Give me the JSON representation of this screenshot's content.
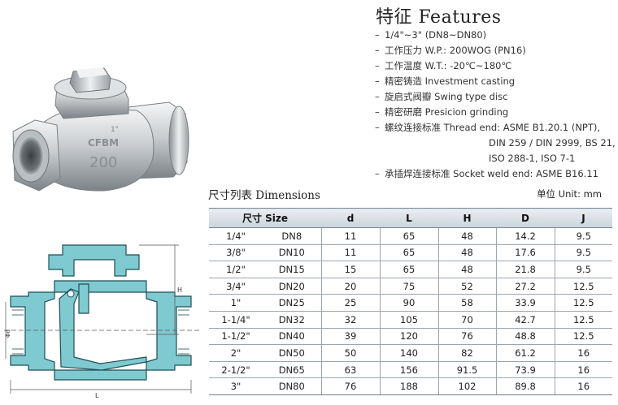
{
  "features": {
    "title": "特征 Features",
    "dash": "–",
    "items": [
      "1/4\"~3\" (DN8~DN80)",
      "工作压力 W.P.: 200WOG (PN16)",
      "工作温度 W.T.: -20℃~180℃",
      "精密铸造 Investment casting",
      "旋启式阀瓣 Swing type disc",
      "精密研磨 Presicion grinding",
      "螺纹连接标准 Thread end: ASME B1.20.1 (NPT),",
      "承插焊连接标准 Socket weld end: ASME B16.11"
    ],
    "thread_continuation": [
      "DIN 259 / DIN 2999, BS 21,",
      "ISO 288-1, ISO 7-1"
    ]
  },
  "photo": {
    "casting_mark_top": "1\"",
    "casting_mark_brand": "CFBM",
    "casting_mark_rating": "200"
  },
  "drawing": {
    "label_h": "H",
    "label_d": "Φd",
    "label_l": "L"
  },
  "dimensions": {
    "title": "尺寸列表 Dimensions",
    "unit": "单位 Unit: mm",
    "headers": [
      "尺寸 Size",
      "d",
      "L",
      "H",
      "D",
      "J"
    ],
    "rows": [
      [
        "1/4\"",
        "DN8",
        "11",
        "65",
        "48",
        "14.2",
        "9.5"
      ],
      [
        "3/8\"",
        "DN10",
        "11",
        "65",
        "48",
        "17.6",
        "9.5"
      ],
      [
        "1/2\"",
        "DN15",
        "15",
        "65",
        "48",
        "21.8",
        "9.5"
      ],
      [
        "3/4\"",
        "DN20",
        "20",
        "75",
        "52",
        "27.2",
        "12.5"
      ],
      [
        "1\"",
        "DN25",
        "25",
        "90",
        "58",
        "33.9",
        "12.5"
      ],
      [
        "1-1/4\"",
        "DN32",
        "32",
        "105",
        "70",
        "42.7",
        "12.5"
      ],
      [
        "1-1/2\"",
        "DN40",
        "39",
        "120",
        "76",
        "48.8",
        "12.5"
      ],
      [
        "2\"",
        "DN50",
        "50",
        "140",
        "82",
        "61.2",
        "16"
      ],
      [
        "2-1/2\"",
        "DN65",
        "63",
        "156",
        "91.5",
        "73.9",
        "16"
      ],
      [
        "3\"",
        "DN80",
        "76",
        "188",
        "102",
        "89.8",
        "16"
      ]
    ]
  },
  "colors": {
    "table_header_top": "#e9eef2",
    "table_header_bottom": "#c9d4dc",
    "drawing_fill": "#7fcad0",
    "drawing_line": "#1f4f57",
    "steel_light": "#e6e8ea",
    "steel_dark": "#8e9398"
  }
}
